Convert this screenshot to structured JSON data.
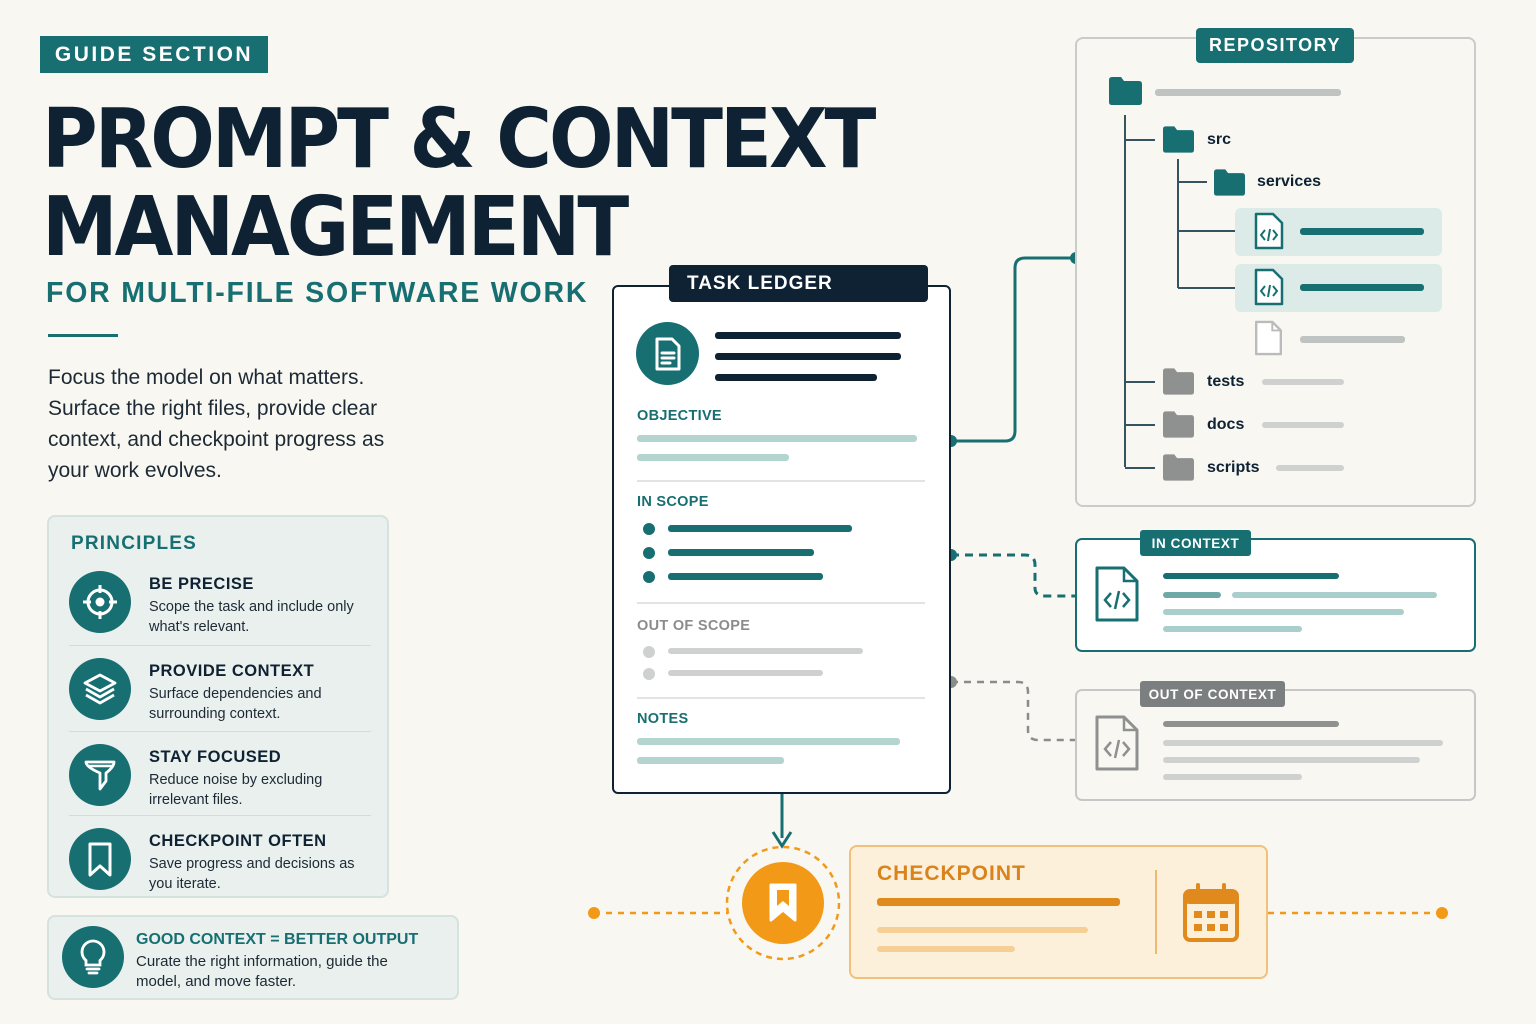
{
  "header": {
    "section_tag": "GUIDE SECTION",
    "title_line1": "PROMPT & CONTEXT",
    "title_line2": "MANAGEMENT",
    "subtitle": "FOR MULTI-FILE SOFTWARE WORK",
    "intro": "Focus the model on what matters. Surface the right files, provide clear context, and checkpoint progress as your work evolves."
  },
  "principles": {
    "title": "PRINCIPLES",
    "items": [
      {
        "title": "BE PRECISE",
        "desc": "Scope the task and include only what's relevant.",
        "icon": "target-icon"
      },
      {
        "title": "PROVIDE CONTEXT",
        "desc": "Surface dependencies and surrounding context.",
        "icon": "layers-icon"
      },
      {
        "title": "STAY FOCUSED",
        "desc": "Reduce noise by excluding irrelevant files.",
        "icon": "funnel-icon"
      },
      {
        "title": "CHECKPOINT OFTEN",
        "desc": "Save progress and decisions as you iterate.",
        "icon": "bookmark-icon"
      }
    ]
  },
  "callout": {
    "title": "GOOD CONTEXT = BETTER OUTPUT",
    "desc": "Curate the right information, guide the model, and move faster.",
    "icon": "lightbulb-icon"
  },
  "ledger": {
    "tag": "TASK LEDGER",
    "objective": "OBJECTIVE",
    "in_scope": "IN SCOPE",
    "out_of_scope": "OUT OF SCOPE",
    "notes": "NOTES"
  },
  "repository": {
    "tag": "REPOSITORY",
    "folders": {
      "src": "src",
      "services": "services",
      "tests": "tests",
      "docs": "docs",
      "scripts": "scripts"
    }
  },
  "in_context": {
    "tag": "IN CONTEXT"
  },
  "out_of_context": {
    "tag": "OUT OF CONTEXT"
  },
  "checkpoint": {
    "title": "CHECKPOINT"
  },
  "colors": {
    "teal": "#176f72",
    "navy": "#0f2233",
    "orange": "#f29a17",
    "grey": "#7c7f80"
  }
}
